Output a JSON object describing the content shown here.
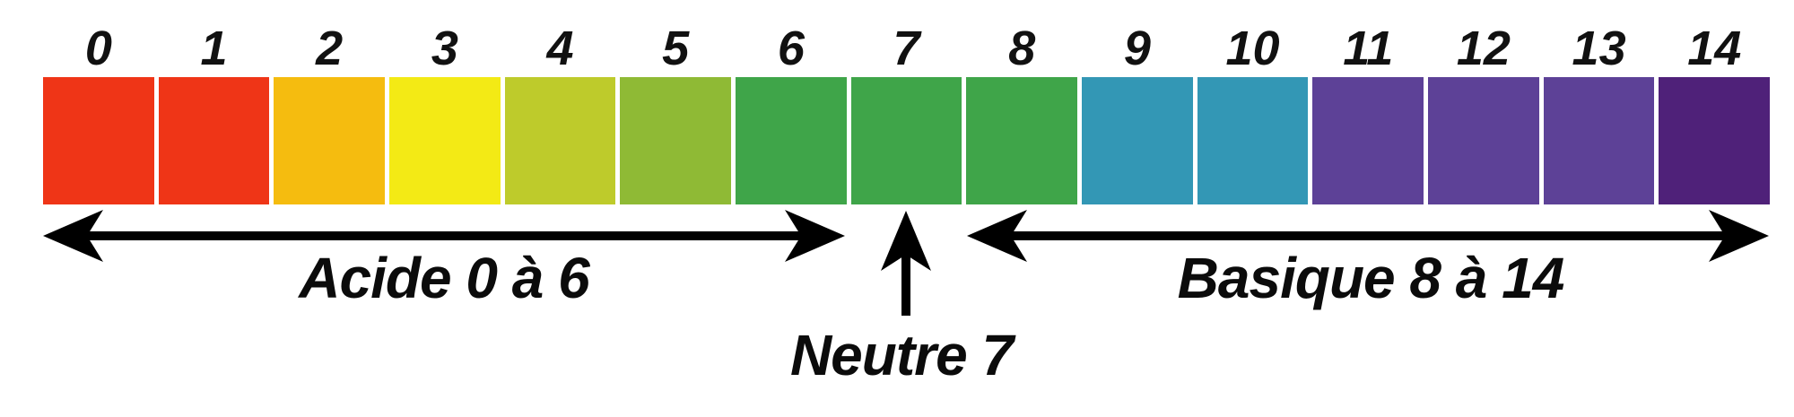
{
  "scale": {
    "cells": [
      {
        "label": "0",
        "color": "#EF3517"
      },
      {
        "label": "1",
        "color": "#EF3517"
      },
      {
        "label": "2",
        "color": "#F5BC0F"
      },
      {
        "label": "3",
        "color": "#F3EA15"
      },
      {
        "label": "4",
        "color": "#BECB2B"
      },
      {
        "label": "5",
        "color": "#8FBA35"
      },
      {
        "label": "6",
        "color": "#3FA549"
      },
      {
        "label": "7",
        "color": "#3FA549"
      },
      {
        "label": "8",
        "color": "#3FA549"
      },
      {
        "label": "9",
        "color": "#3397B5"
      },
      {
        "label": "10",
        "color": "#3397B5"
      },
      {
        "label": "11",
        "color": "#5D4197"
      },
      {
        "label": "12",
        "color": "#5D4197"
      },
      {
        "label": "13",
        "color": "#5D4197"
      },
      {
        "label": "14",
        "color": "#4F2179"
      }
    ]
  },
  "annotations": {
    "acid_label": "Acide 0 à 6",
    "neutral_label": "Neutre 7",
    "basic_label": "Basique 8 à 14"
  },
  "colors": {
    "arrow": "#000000",
    "background": "#FFFFFF",
    "text": "#0B0B0B"
  }
}
